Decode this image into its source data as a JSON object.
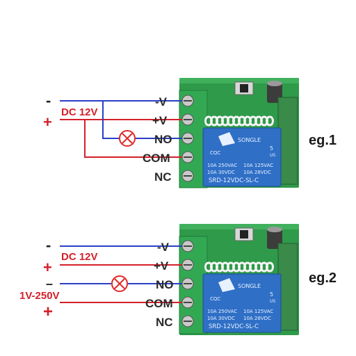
{
  "diagrams": [
    {
      "example_label": "eg.1",
      "supply_label": "DC 12V",
      "minus_sign": "-",
      "plus_sign": "+",
      "pins": [
        "-V",
        "+V",
        "NO",
        "COM",
        "NC"
      ],
      "relay": {
        "brand": "SONGLE",
        "rating_left_1": "10A 250VAC",
        "rating_left_2": "10A 30VDC",
        "rating_right_1": "10A 125VAC",
        "rating_right_2": "10A 28VDC",
        "model": "SRD-12VDC-SL-C",
        "cqc": "CQC",
        "ul_number": "5",
        "ul_us": "US"
      }
    },
    {
      "example_label": "eg.2",
      "supply_label": "DC 12V",
      "minus_sign": "-",
      "plus_sign": "+",
      "load_supply_label": "1V-250V",
      "load_minus_sign": "–",
      "load_plus_sign": "+",
      "pins": [
        "-V",
        "+V",
        "NO",
        "COM",
        "NC"
      ],
      "relay": {
        "brand": "SONGLE",
        "rating_left_1": "10A 250VAC",
        "rating_left_2": "10A 30VDC",
        "rating_right_1": "10A 125VAC",
        "rating_right_2": "10A 28VDC",
        "model": "SRD-12VDC-SL-C",
        "cqc": "CQC",
        "ul_number": "5",
        "ul_us": "US"
      }
    }
  ],
  "colors": {
    "board": "#2f9a4a",
    "terminal": "#33a853",
    "relay": "#2f6fc6",
    "wire_blue": "#2a3fc7",
    "wire_red": "#d4202a",
    "lamp": "#e02a2a"
  },
  "icons": [
    "lamp-icon",
    "capacitor-icon",
    "push-button-icon",
    "coil-antenna-icon"
  ]
}
